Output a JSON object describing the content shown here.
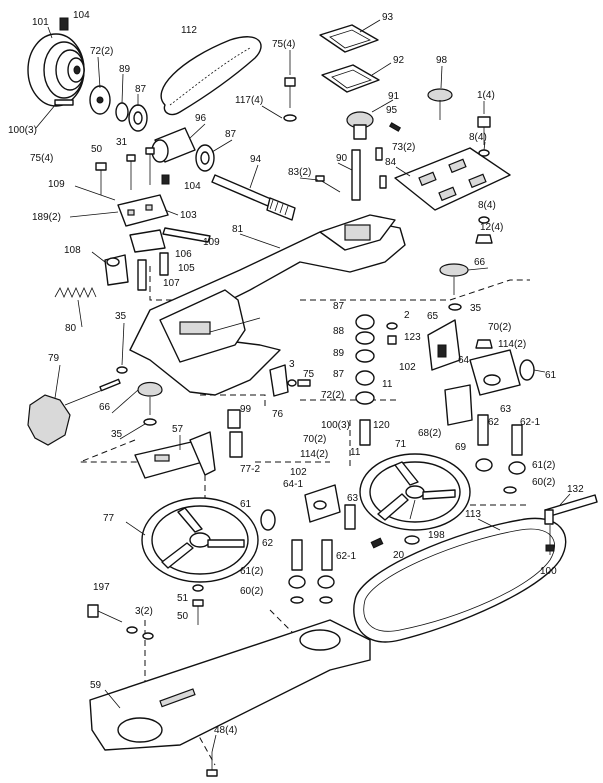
{
  "diagram": {
    "callouts": [
      {
        "id": "c101",
        "text": "101"
      },
      {
        "id": "c104a",
        "text": "104"
      },
      {
        "id": "c112",
        "text": "112"
      },
      {
        "id": "c93",
        "text": "93"
      },
      {
        "id": "c75a",
        "text": "75(4)"
      },
      {
        "id": "c92",
        "text": "92"
      },
      {
        "id": "c98",
        "text": "98"
      },
      {
        "id": "c72a",
        "text": "72(2)"
      },
      {
        "id": "c89a",
        "text": "89"
      },
      {
        "id": "c87a",
        "text": "87"
      },
      {
        "id": "c117",
        "text": "117(4)"
      },
      {
        "id": "c91",
        "text": "91"
      },
      {
        "id": "c95",
        "text": "95"
      },
      {
        "id": "c1",
        "text": "1(4)"
      },
      {
        "id": "c100a",
        "text": "100(3)"
      },
      {
        "id": "c96",
        "text": "96"
      },
      {
        "id": "c87b",
        "text": "87"
      },
      {
        "id": "c73",
        "text": "73(2)"
      },
      {
        "id": "c8a",
        "text": "8(4)"
      },
      {
        "id": "c31",
        "text": "31"
      },
      {
        "id": "c50",
        "text": "50"
      },
      {
        "id": "c90",
        "text": "90"
      },
      {
        "id": "c84",
        "text": "84"
      },
      {
        "id": "c75b",
        "text": "75(4)"
      },
      {
        "id": "c94",
        "text": "94"
      },
      {
        "id": "c83",
        "text": "83(2)"
      },
      {
        "id": "c104b",
        "text": "104"
      },
      {
        "id": "c109a",
        "text": "109"
      },
      {
        "id": "c189",
        "text": "189(2)"
      },
      {
        "id": "c103",
        "text": "103"
      },
      {
        "id": "c8b",
        "text": "8(4)"
      },
      {
        "id": "c12",
        "text": "12(4)"
      },
      {
        "id": "c81",
        "text": "81"
      },
      {
        "id": "c109b",
        "text": "109"
      },
      {
        "id": "c108",
        "text": "108"
      },
      {
        "id": "c106",
        "text": "106"
      },
      {
        "id": "c105",
        "text": "105"
      },
      {
        "id": "c66a",
        "text": "66"
      },
      {
        "id": "c107",
        "text": "107"
      },
      {
        "id": "c80",
        "text": "80"
      },
      {
        "id": "c87c",
        "text": "87"
      },
      {
        "id": "c2",
        "text": "2"
      },
      {
        "id": "c35a",
        "text": "35"
      },
      {
        "id": "c65",
        "text": "65"
      },
      {
        "id": "c35b",
        "text": "35"
      },
      {
        "id": "c70a",
        "text": "70(2)"
      },
      {
        "id": "c88",
        "text": "88"
      },
      {
        "id": "c123",
        "text": "123"
      },
      {
        "id": "c114a",
        "text": "114(2)"
      },
      {
        "id": "c89b",
        "text": "89"
      },
      {
        "id": "c79",
        "text": "79"
      },
      {
        "id": "c3a",
        "text": "3"
      },
      {
        "id": "c87d",
        "text": "87"
      },
      {
        "id": "c102a",
        "text": "102"
      },
      {
        "id": "c64",
        "text": "64"
      },
      {
        "id": "c61a",
        "text": "61"
      },
      {
        "id": "c75c",
        "text": "75"
      },
      {
        "id": "c72b",
        "text": "72(2)"
      },
      {
        "id": "c11a",
        "text": "11"
      },
      {
        "id": "c63a",
        "text": "63"
      },
      {
        "id": "c66b",
        "text": "66"
      },
      {
        "id": "c76",
        "text": "76"
      },
      {
        "id": "c99",
        "text": "99"
      },
      {
        "id": "c100b",
        "text": "100(3)"
      },
      {
        "id": "c120",
        "text": "120"
      },
      {
        "id": "c68",
        "text": "68(2)"
      },
      {
        "id": "c62a",
        "text": "62"
      },
      {
        "id": "c62-1a",
        "text": "62-1"
      },
      {
        "id": "c35c",
        "text": "35"
      },
      {
        "id": "c57",
        "text": "57"
      },
      {
        "id": "c70b",
        "text": "70(2)"
      },
      {
        "id": "c71",
        "text": "71"
      },
      {
        "id": "c69",
        "text": "69"
      },
      {
        "id": "c114b",
        "text": "114(2)"
      },
      {
        "id": "c11b",
        "text": "11"
      },
      {
        "id": "c77-2",
        "text": "77-2"
      },
      {
        "id": "c61b",
        "text": "61(2)"
      },
      {
        "id": "c102b",
        "text": "102"
      },
      {
        "id": "c60a",
        "text": "60(2)"
      },
      {
        "id": "c64-1",
        "text": "64-1"
      },
      {
        "id": "c132",
        "text": "132"
      },
      {
        "id": "c63b",
        "text": "63"
      },
      {
        "id": "c61c",
        "text": "61"
      },
      {
        "id": "c77",
        "text": "77"
      },
      {
        "id": "c113",
        "text": "113"
      },
      {
        "id": "c62b",
        "text": "62"
      },
      {
        "id": "c198",
        "text": "198"
      },
      {
        "id": "c62-1b",
        "text": "62-1"
      },
      {
        "id": "c20",
        "text": "20"
      },
      {
        "id": "c100c",
        "text": "100"
      },
      {
        "id": "c61d",
        "text": "61(2)"
      },
      {
        "id": "c197",
        "text": "197"
      },
      {
        "id": "c60b",
        "text": "60(2)"
      },
      {
        "id": "c51",
        "text": "51"
      },
      {
        "id": "c3b",
        "text": "3(2)"
      },
      {
        "id": "c50b",
        "text": "50"
      },
      {
        "id": "c59",
        "text": "59"
      },
      {
        "id": "c48",
        "text": "48(4)"
      }
    ]
  }
}
